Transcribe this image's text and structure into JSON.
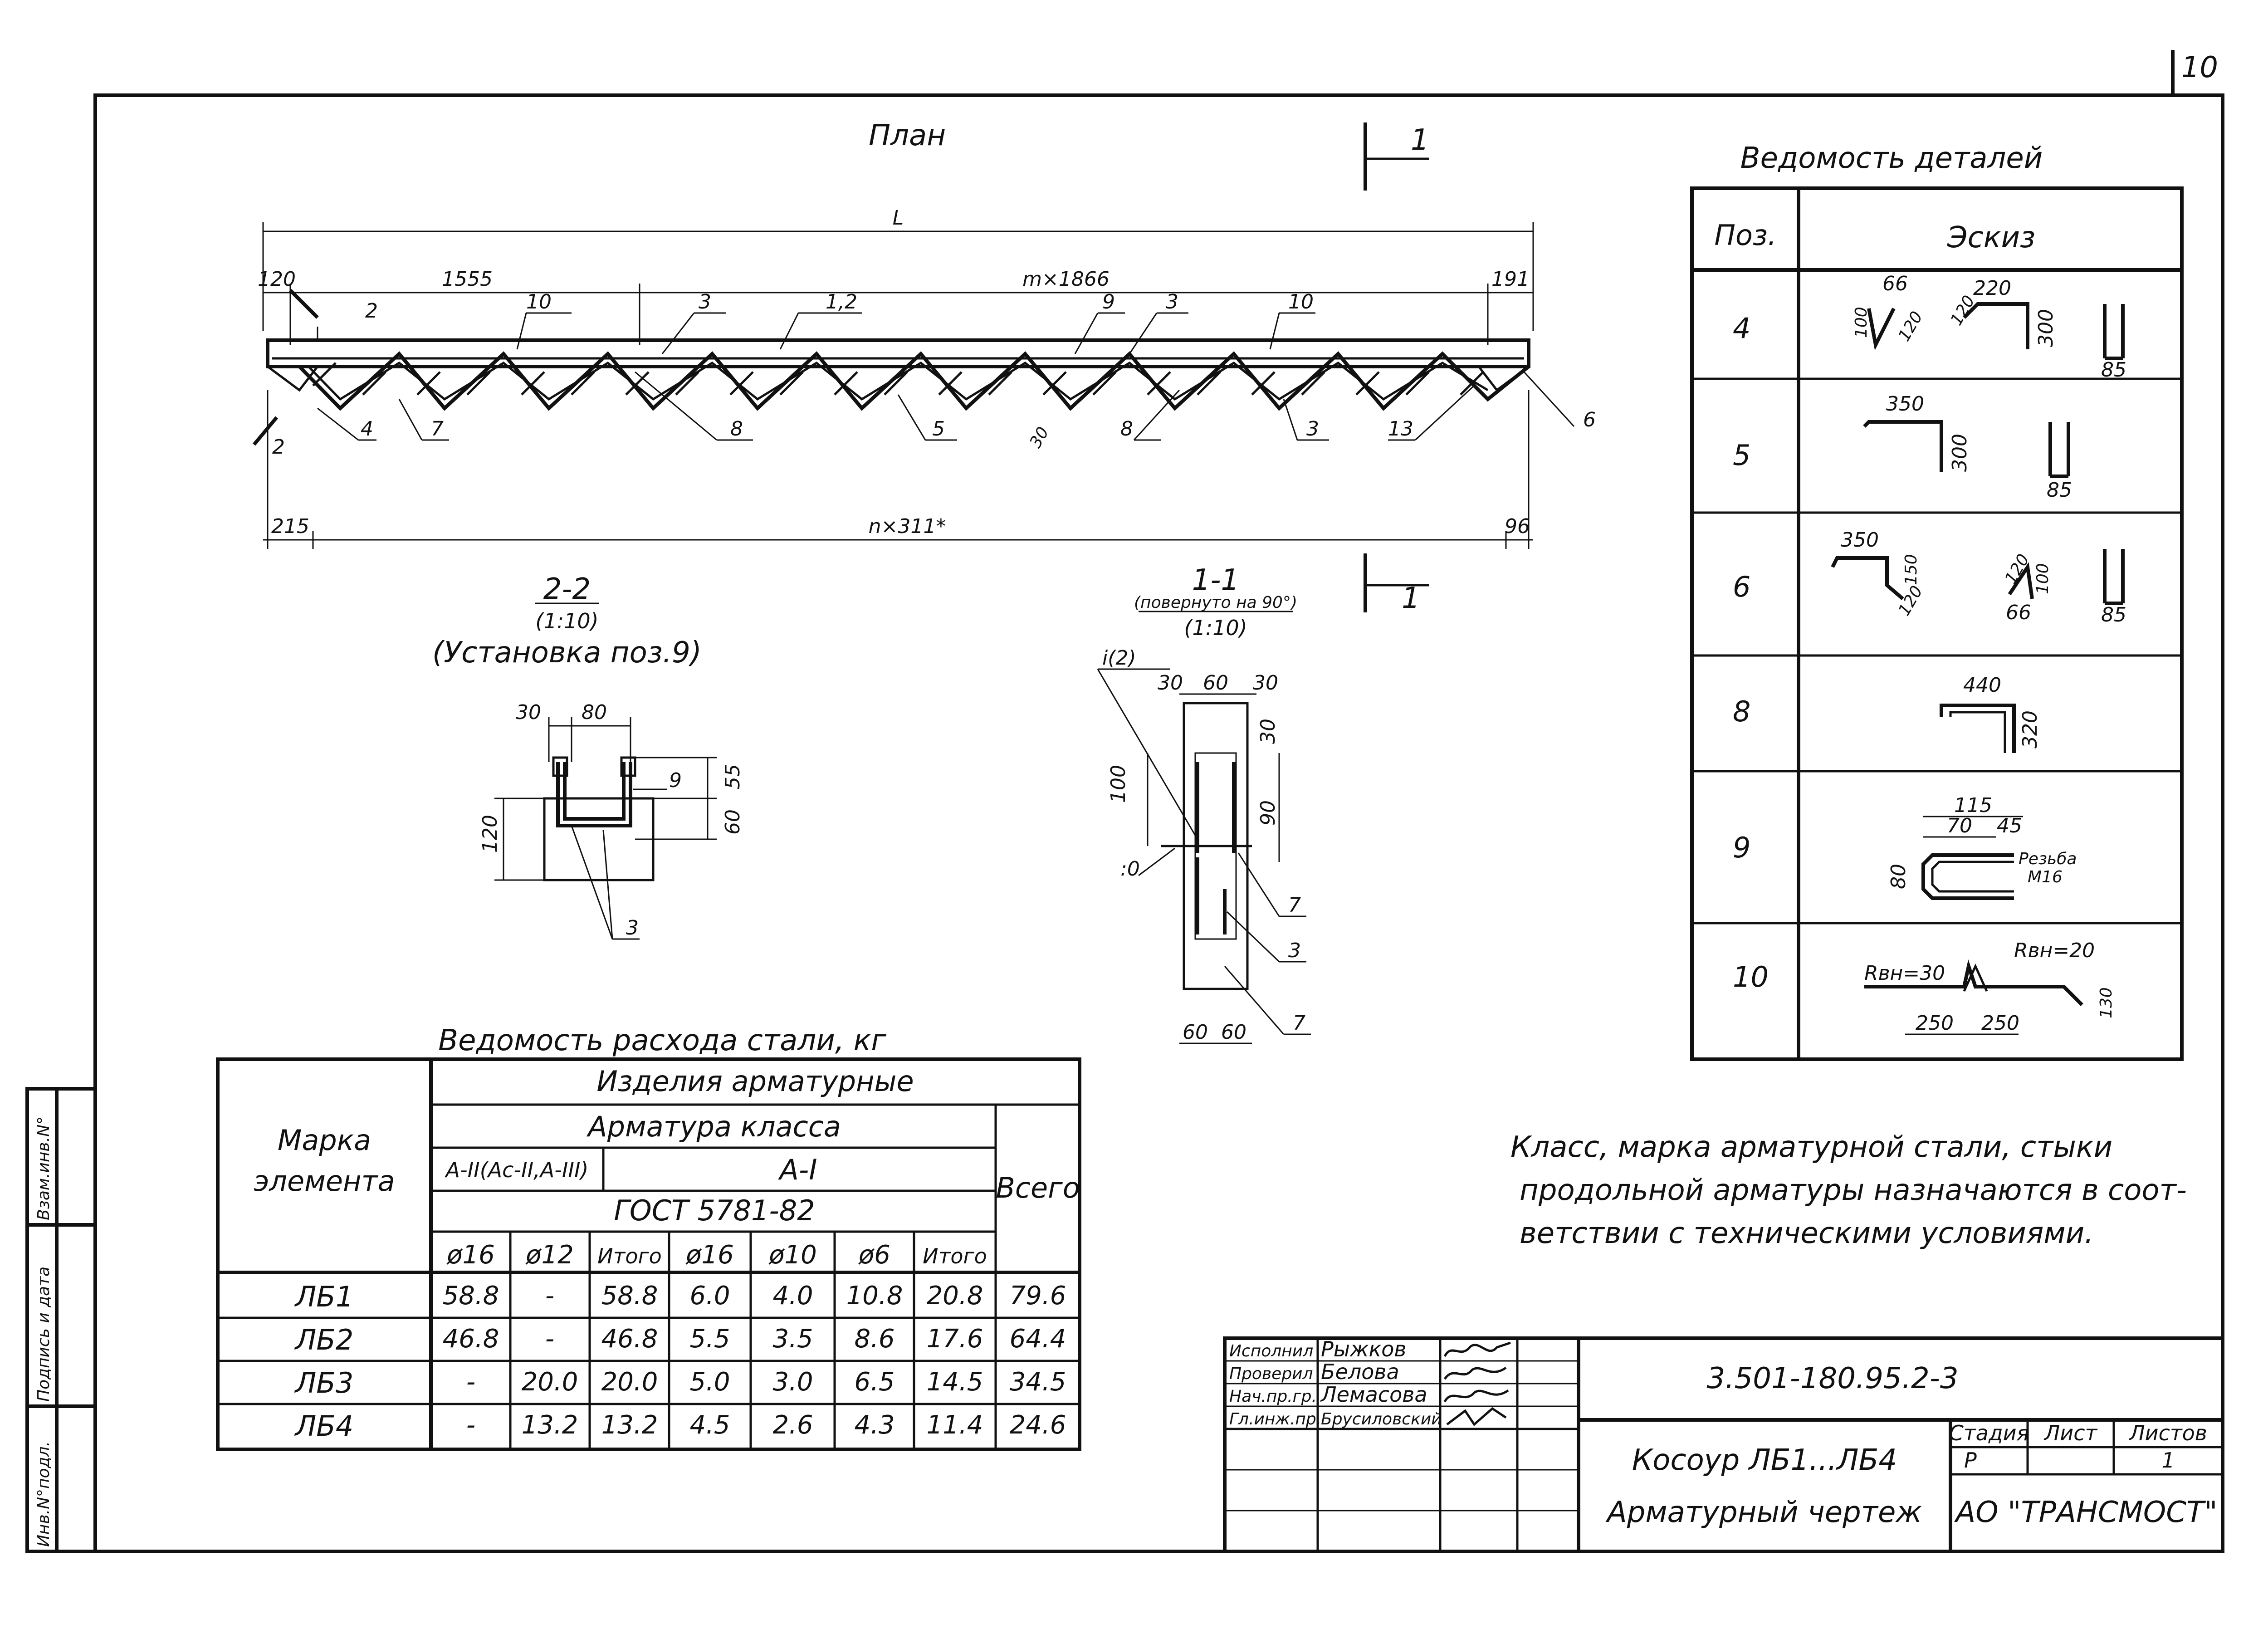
{
  "sheet_number": "10",
  "plan": {
    "title": "План",
    "overall_length": "L",
    "top_dims": [
      "120",
      "1555",
      "m×1866",
      "191"
    ],
    "bottom_dims": [
      "215",
      "n×311*",
      "96"
    ],
    "callouts": [
      "2",
      "10",
      "3",
      "1,2",
      "9",
      "3",
      "10",
      "2",
      "4",
      "7",
      "8",
      "5",
      "30",
      "8",
      "3",
      "13",
      "6"
    ],
    "section_mark": "1"
  },
  "section_2_2": {
    "title": "2-2",
    "scale": "(1:10)",
    "subtitle": "(Установка поз.9)",
    "dims": [
      "30",
      "80",
      "120",
      "55",
      "60"
    ],
    "callouts": [
      "9",
      "3"
    ]
  },
  "section_1_1": {
    "title": "1-1",
    "rotation_note": "(повернуто на 90°)",
    "scale": "(1:10)",
    "dims": [
      "30",
      "60",
      "30",
      "100",
      "90",
      "30",
      "60",
      "60"
    ],
    "callouts": [
      "i(2)",
      ":0",
      "7",
      "3",
      "7"
    ]
  },
  "details": {
    "title": "Ведомость деталей",
    "headers": [
      "Поз.",
      "Эскиз"
    ],
    "rows": [
      {
        "pos": "4",
        "labels": [
          "66",
          "100",
          "120",
          "120",
          "220",
          "300",
          "85"
        ]
      },
      {
        "pos": "5",
        "labels": [
          "350",
          "300",
          "85"
        ]
      },
      {
        "pos": "6",
        "labels": [
          "350",
          "150",
          "120",
          "120",
          "100",
          "66",
          "85"
        ]
      },
      {
        "pos": "8",
        "labels": [
          "440",
          "320"
        ]
      },
      {
        "pos": "9",
        "labels": [
          "115",
          "70",
          "45",
          "80",
          "Резьба",
          "М16"
        ]
      },
      {
        "pos": "10",
        "labels": [
          "Rвн=20",
          "Rвн=30",
          "250",
          "250",
          "130"
        ]
      }
    ]
  },
  "steel_table": {
    "title": "Ведомость расхода стали, кг",
    "header_mark": [
      "Марка",
      "элемента"
    ],
    "header_products": "Изделия арматурные",
    "header_class": "Арматура класса",
    "header_class_a2": "А-II(Ас-II,А-III)",
    "header_class_a1": "А-I",
    "header_gost": "ГОСТ 5781-82",
    "header_total": "Всего",
    "columns": [
      "ø16",
      "ø12",
      "Итого",
      "ø16",
      "ø10",
      "ø6",
      "Итого"
    ],
    "rows": [
      {
        "mark": "ЛБ1",
        "values": [
          "58.8",
          "-",
          "58.8",
          "6.0",
          "4.0",
          "10.8",
          "20.8",
          "79.6"
        ]
      },
      {
        "mark": "ЛБ2",
        "values": [
          "46.8",
          "-",
          "46.8",
          "5.5",
          "3.5",
          "8.6",
          "17.6",
          "64.4"
        ]
      },
      {
        "mark": "ЛБ3",
        "values": [
          "-",
          "20.0",
          "20.0",
          "5.0",
          "3.0",
          "6.5",
          "14.5",
          "34.5"
        ]
      },
      {
        "mark": "ЛБ4",
        "values": [
          "-",
          "13.2",
          "13.2",
          "4.5",
          "2.6",
          "4.3",
          "11.4",
          "24.6"
        ]
      }
    ]
  },
  "note": [
    "Класс, марка арматурной стали, стыки",
    "продольной арматуры назначаются в соот-",
    "ветствии с техническими условиями."
  ],
  "title_block": {
    "signers": [
      {
        "role": "Исполнил",
        "name": "Рыжков"
      },
      {
        "role": "Проверил",
        "name": "Белова"
      },
      {
        "role": "Нач.пр.гр.",
        "name": "Лемасова"
      },
      {
        "role": "Гл.инж.пр.",
        "name": "Брусиловский"
      }
    ],
    "doc_code": "3.501-180.95.2-3",
    "title_line1": "Косоур ЛБ1...ЛБ4",
    "title_line2": "Арматурный чертеж",
    "stage_label": "Стадия",
    "sheet_label": "Лист",
    "sheets_label": "Листов",
    "stage": "Р",
    "sheets": "1",
    "organization": "АО \"ТРАНСМОСТ\""
  },
  "side_stamp": [
    "Инв.N°подл.",
    "Подпись и дата",
    "Взам.инв.N°"
  ]
}
